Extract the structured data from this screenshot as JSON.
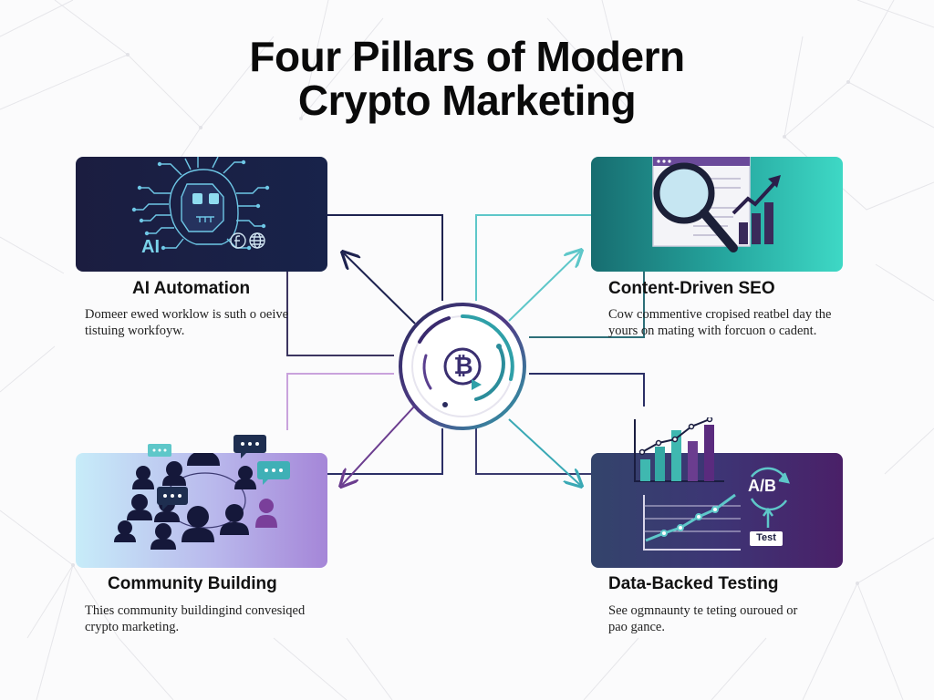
{
  "title": {
    "line1": "Four Pillars of Modern",
    "line2": "Crypto Marketing"
  },
  "pillars": [
    {
      "id": "ai",
      "title": "AI Automation",
      "desc_line1": "Domeer ewed worklow is suth o oeive",
      "desc_line2": "tistuing workfoyw.",
      "badge": "AI",
      "icons": [
        "robot-head-icon",
        "circuit-icon",
        "facebook-icon",
        "globe-icon"
      ]
    },
    {
      "id": "seo",
      "title": "Content-Driven SEO",
      "desc_line1": "Cow commentive cropised reatbel day the",
      "desc_line2": "yours on mating with forcuon o cadent.",
      "icons": [
        "browser-window-icon",
        "magnifier-icon",
        "trend-arrow-icon",
        "bar-chart-icon"
      ]
    },
    {
      "id": "community",
      "title": "Community Building",
      "desc_line1": "Thies community buildingind convesiqed",
      "desc_line2": "crypto marketing.",
      "icons": [
        "people-group-icon",
        "chat-bubble-icon"
      ]
    },
    {
      "id": "data",
      "title": "Data-Backed Testing",
      "desc_line1": "See ogmnaunty te teting ouroued or",
      "desc_line2": "pao gance.",
      "ab_label": "A/B",
      "test_label": "Test",
      "icons": [
        "bar-chart-icon",
        "line-chart-icon",
        "ab-cycle-icon"
      ]
    }
  ],
  "hub": {
    "icon": "bitcoin-icon",
    "symbol": "₿"
  },
  "colors": {
    "dark_navy": "#1b1d40",
    "teal": "#2fb8b0",
    "purple": "#6b3d8f",
    "line_navy": "#1e2350",
    "cyan": "#5ec7c9"
  }
}
